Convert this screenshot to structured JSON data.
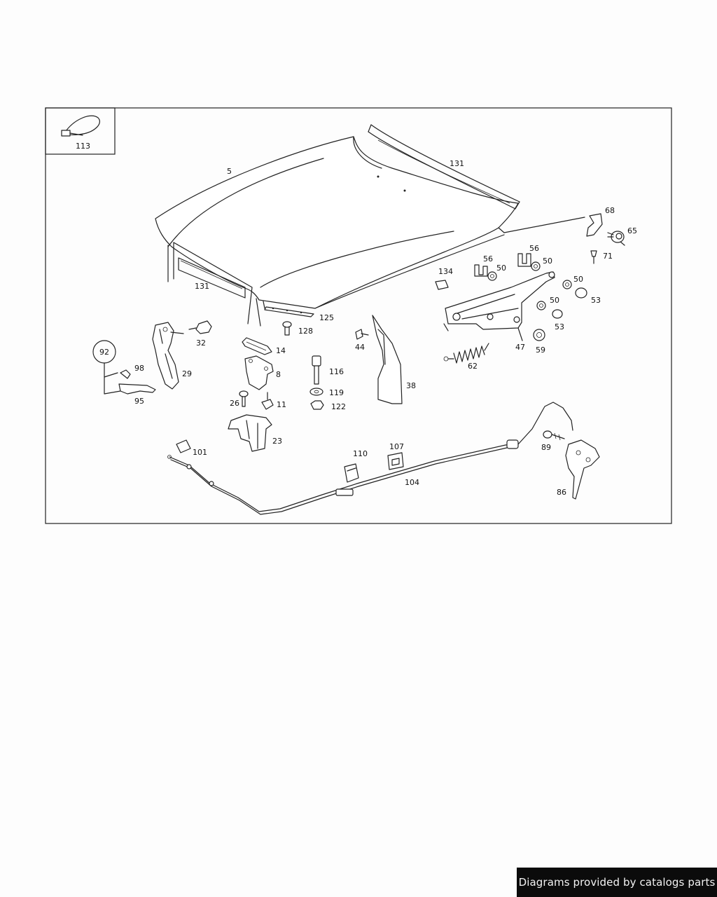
{
  "diagram": {
    "callouts": {
      "c113": "113",
      "c5": "5",
      "c131a": "131",
      "c131b": "131",
      "c68": "68",
      "c65": "65",
      "c71": "71",
      "c56a": "56",
      "c56b": "56",
      "c50a": "50",
      "c50b": "50",
      "c50c": "50",
      "c50d": "50",
      "c134": "134",
      "c53a": "53",
      "c53b": "53",
      "c125": "125",
      "c128": "128",
      "c32": "32",
      "c14": "14",
      "c44": "44",
      "c47": "47",
      "c59": "59",
      "c62": "62",
      "c92": "92",
      "c98": "98",
      "c29": "29",
      "c8": "8",
      "c116": "116",
      "c38": "38",
      "c95": "95",
      "c26": "26",
      "c11": "11",
      "c119": "119",
      "c122": "122",
      "c23": "23",
      "c101": "101",
      "c110": "110",
      "c107": "107",
      "c89": "89",
      "c104": "104",
      "c86": "86"
    }
  },
  "footer": {
    "credit": "Diagrams provided by catalogs parts"
  }
}
